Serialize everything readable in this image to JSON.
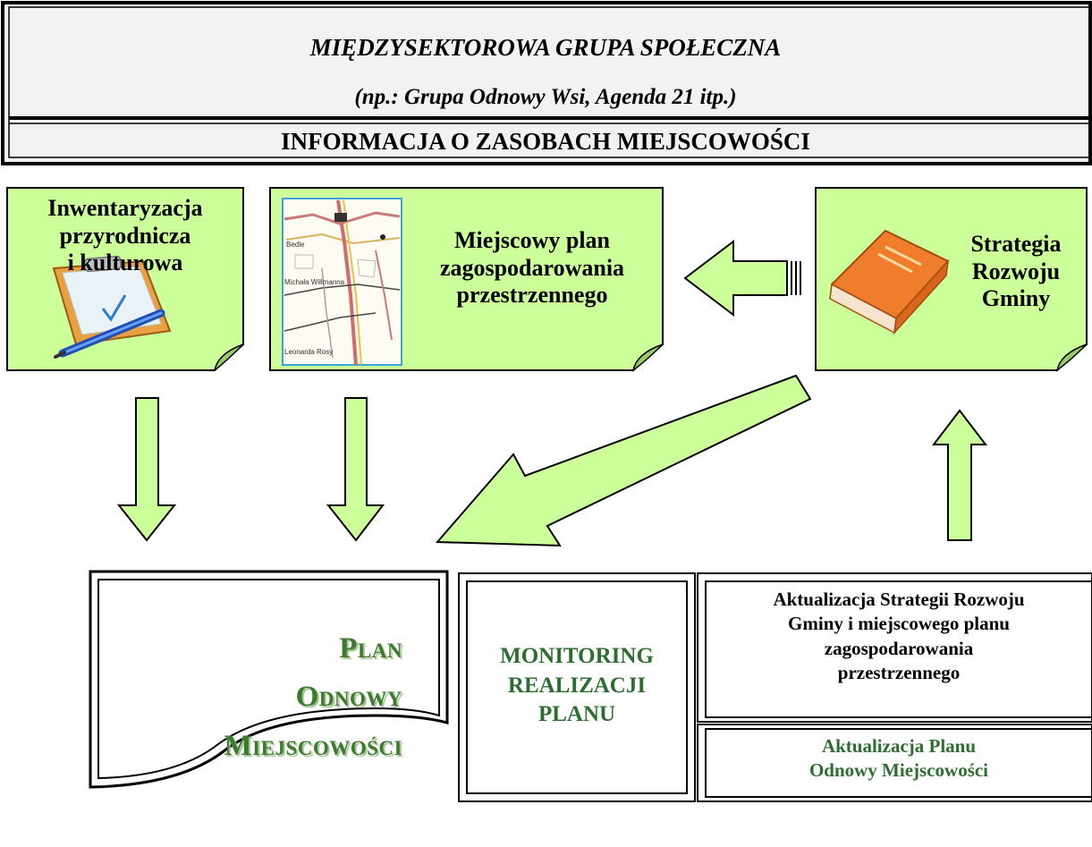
{
  "header": {
    "title": "MIĘDZYSEKTOROWA GRUPA SPOŁECZNA",
    "subtitle": "(np.: Grupa Odnowy Wsi, Agenda 21 itp.)",
    "info": "INFORMACJA O ZASOBACH MIEJSCOWOŚCI"
  },
  "notes": {
    "inventory": [
      "Inwentaryzacja",
      "przyrodnicza",
      "i kulturowa"
    ],
    "local_plan": [
      "Miejscowy plan",
      "zagospodarowania",
      "przestrzennego"
    ],
    "strategy": [
      "Strategia",
      "Rozwoju",
      "Gminy"
    ]
  },
  "map_labels": [
    "Bedle",
    "Michała Willmanna",
    "Leonarda Rosy"
  ],
  "plan": [
    "Plan",
    "Odnowy",
    "Miejscowości"
  ],
  "monitoring": [
    "MONITORING",
    "REALIZACJI",
    "PLANU"
  ],
  "update_strategy": [
    "Aktualizacja Strategii Rozwoju",
    "Gminy i miejscowego planu",
    "zagospodarowania",
    "przestrzennego"
  ],
  "update_plan": [
    "Aktualizacja Planu",
    "Odnowy Miejscowości"
  ],
  "colors": {
    "note_fill": "#ccff99",
    "arrow_fill": "#ccff99",
    "header_fill": "#f2f2f2",
    "frame": "#000000",
    "plan_text": "#3e7a2e",
    "monitoring_text": "#2c6e2f"
  }
}
